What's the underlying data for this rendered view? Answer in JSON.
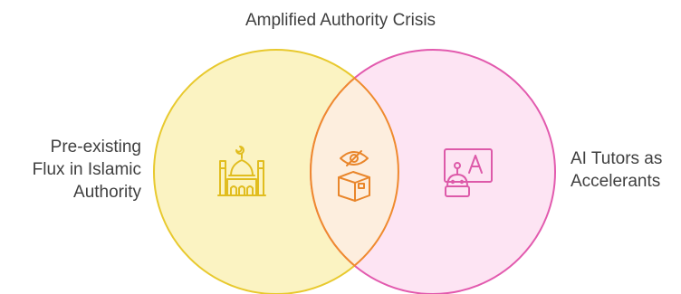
{
  "diagram": {
    "title": "Amplified Authority Crisis",
    "left_circle": {
      "label": "Pre-existing\nFlux in Islamic\nAuthority",
      "icon": "mosque-icon",
      "fill": "#fbf3c2",
      "stroke": "#e8c92e"
    },
    "right_circle": {
      "label": "AI Tutors as\nAccelerants",
      "icon": "robot-tutor-icon",
      "fill": "#fde4f3",
      "stroke": "#e25aae"
    },
    "intersection": {
      "icon": "book-eye-icon",
      "fill": "#fdeede",
      "stroke": "#ef8a2e"
    }
  }
}
